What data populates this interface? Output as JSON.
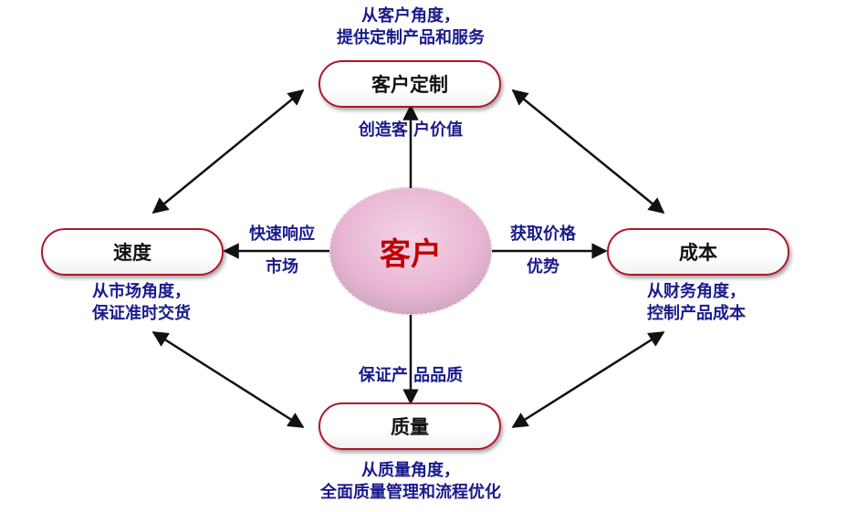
{
  "center": {
    "label": "客户"
  },
  "nodes": {
    "top": {
      "label": "客户定制",
      "desc_line1": "从客户角度，",
      "desc_line2": "提供定制产品和服务"
    },
    "left": {
      "label": "速度",
      "desc_line1": "从市场角度，",
      "desc_line2": "保证准时交货"
    },
    "right": {
      "label": "成本",
      "desc_line1": "从财务角度，",
      "desc_line2": "控制产品成本"
    },
    "bottom": {
      "label": "质量",
      "desc_line1": "从质量角度，",
      "desc_line2": "全面质量管理和流程优化"
    }
  },
  "links": {
    "top": "创造客 户价值",
    "left_line1": "快速响应",
    "left_line2": "市场",
    "right_line1": "获取价格",
    "right_line2": "优势",
    "bottom": "保证产 品品质"
  },
  "colors": {
    "node_border": "#b0152b",
    "text_label": "#1a1a8c",
    "center_text": "#c00000",
    "center_fill": "#e9b6d3"
  }
}
